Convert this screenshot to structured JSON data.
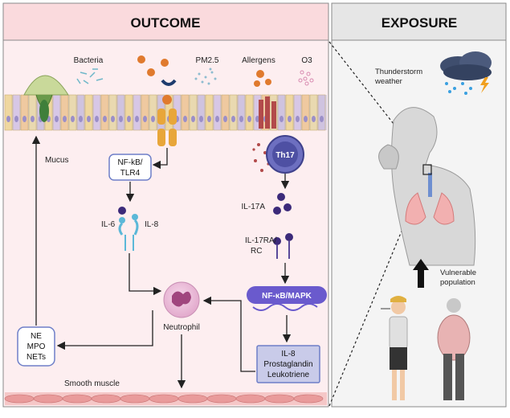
{
  "panels": {
    "outcome_title": "OUTCOME",
    "exposure_title": "EXPOSURE"
  },
  "exposure": {
    "weather": [
      "Thunderstorm",
      "weather"
    ],
    "vulnerable": [
      "Vulnerable",
      "population"
    ]
  },
  "airway_top": {
    "bacteria": "Bacteria",
    "pm25": "PM2.5",
    "allergens": "Allergens",
    "o3": "O3"
  },
  "left_path": {
    "mucus": "Mucus",
    "nfkb_box": [
      "NF-kB/",
      "TLR4"
    ],
    "il6": "IL-6",
    "il8": "IL-8",
    "ne_box": [
      "NE",
      "MPO",
      "NETs"
    ]
  },
  "right_path": {
    "th17": "Th17",
    "il17a": "IL-17A",
    "il17ra": [
      "IL-17RA/",
      "RC"
    ],
    "mapk": "NF-κB/MAPK",
    "mediators_box": [
      "IL-8",
      "Prostaglandin",
      "Leukotriene"
    ]
  },
  "center": {
    "neutrophil": "Neutrophil",
    "smooth_muscle": "Smooth muscle"
  },
  "colors": {
    "outcome_bg": "#fdeef0",
    "exposure_bg": "#f4f4f4",
    "header_outcome": "#fadadd",
    "header_exposure": "#e6e6e6",
    "th17": "#6d6fc0",
    "mapk": "#6a5acd",
    "box_border": "#6e7fc8",
    "mediators_fill": "#c9cbe9"
  }
}
